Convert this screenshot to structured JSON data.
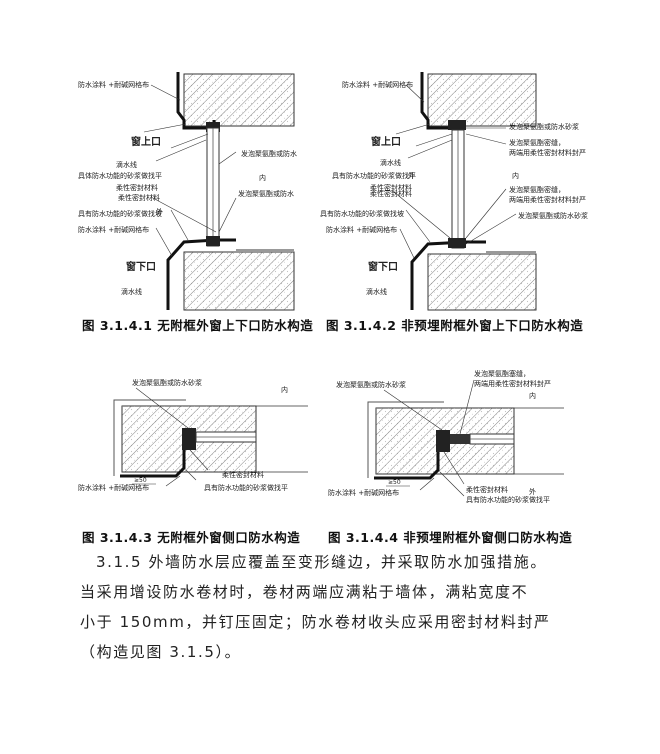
{
  "fig1": {
    "caption": "图 3.1.4.1 无附框外窗上下口防水构造",
    "labels": {
      "coating_top": "防水涂料 +耐碱网格布",
      "window_top": "窗上口",
      "drip_top": "滴水线",
      "mortar_top": "具体防水功能的砂浆做找平",
      "sealant_top": "柔性密封材料",
      "foam_top": "发泡聚氨酯或防水",
      "outside": "外",
      "inside": "内",
      "sealant_bot": "柔性密封材料",
      "foam_bot": "发泡聚氨酯或防水",
      "mortar_bot": "具有防水功能的砂浆做找坡",
      "coating_bot": "防水涂料 +耐碱网格布",
      "window_bot": "窗下口",
      "drip_bot": "滴水线"
    }
  },
  "fig2": {
    "caption": "图 3.1.4.2 非预埋附框外窗上下口防水构造",
    "labels": {
      "coating_top": "防水涂料 +耐碱网格布",
      "window_top": "窗上口",
      "drip_top": "滴水线",
      "mortar_top": "具有防水功能的砂浆做找平",
      "sealant_top": "柔性密封材料",
      "foam_top": "发泡聚氨酯或防水砂浆",
      "seam_top_1": "发泡聚氨酯密缝，",
      "seam_top_2": "两端用柔性密封材料封严",
      "outside": "外",
      "inside": "内",
      "sealant_bot": "柔性密封材料",
      "seam_bot_1": "发泡聚氨酯密缝，",
      "seam_bot_2": "两端用柔性密封材料封严",
      "mortar_bot": "具有防水功能的砂浆做找坡",
      "foam_bot": "发泡聚氨酯或防水砂浆",
      "coating_bot": "防水涂料 +耐碱网格布",
      "window_bot": "窗下口",
      "drip_bot": "滴水线"
    }
  },
  "fig3": {
    "caption": "图 3.1.4.3 无附框外窗侧口防水构造",
    "labels": {
      "foam": "发泡聚氨酯或防水砂浆",
      "inside": "内",
      "sealant": "柔性密封材料",
      "coating": "防水涂料 +耐碱网格布",
      "mortar": "具有防水功能的砂浆做找平",
      "dim": "≥50"
    }
  },
  "fig4": {
    "caption": "图 3.1.4.4 非预埋附框外窗侧口防水构造",
    "labels": {
      "foam": "发泡聚氨酯或防水砂浆",
      "seam_1": "发泡聚氨酯塞缝，",
      "seam_2": "两端用柔性密封材料封严",
      "inside": "内",
      "outside": "外",
      "sealant": "柔性密封材料",
      "coating": "防水涂料 +耐碱网格布",
      "mortar": "具有防水功能的砂浆做找平",
      "dim": "≥50"
    }
  },
  "paragraph": {
    "line1": "3.1.5  外墙防水层应覆盖至变形缝边，并采取防水加强措施。",
    "line2": "当采用增设防水卷材时，卷材两端应满粘于墙体，满粘宽度不",
    "line3": "小于 150mm，并钉压固定；防水卷材收头应采用密封材料封严",
    "line4": "（构造见图 3.1.5）。"
  }
}
